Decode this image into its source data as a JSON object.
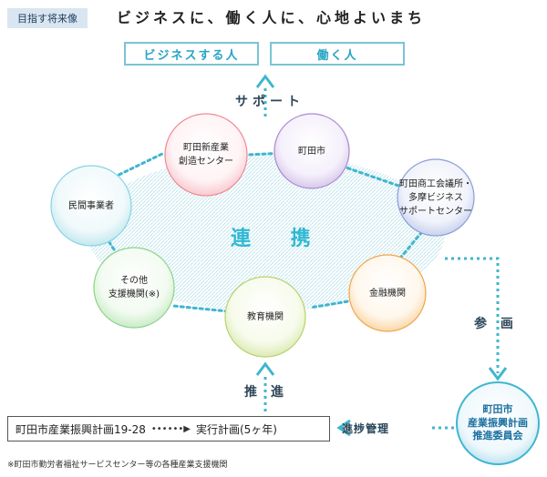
{
  "header": {
    "goal_label": "目指す将来像",
    "goal_text": "ビジネスに、働く人に、心地よいまち"
  },
  "targets": [
    "ビジネスする人",
    "働く人"
  ],
  "labels": {
    "support": "サポート",
    "renkei": "連 携",
    "sankaku": "参 画",
    "suishin": "推 進",
    "progress": "進捗管理"
  },
  "circles": [
    {
      "id": "newind",
      "text": "町田新産業\n創造センター",
      "color": "#f08a96"
    },
    {
      "id": "city",
      "text": "町田市",
      "color": "#a98bd0"
    },
    {
      "id": "chamber",
      "text": "町田商工会議所・\n多摩ビジネス\nサポートセンター",
      "color": "#8a9fd8"
    },
    {
      "id": "finance",
      "text": "金融機関",
      "color": "#f0a64c"
    },
    {
      "id": "education",
      "text": "教育機関",
      "color": "#b8d26e"
    },
    {
      "id": "other",
      "text": "その他\n支援機関(※)",
      "color": "#8fd28a"
    },
    {
      "id": "private",
      "text": "民間事業者",
      "color": "#88d3e3"
    }
  ],
  "plan": {
    "main": "町田市産業振興計画19-28",
    "sub": "実行計画(5ヶ年)"
  },
  "committee": "町田市\n産業振興計画\n推進委員会",
  "footnote": "※町田市勤労者福祉サービスセンター等の各種産業支援機関"
}
